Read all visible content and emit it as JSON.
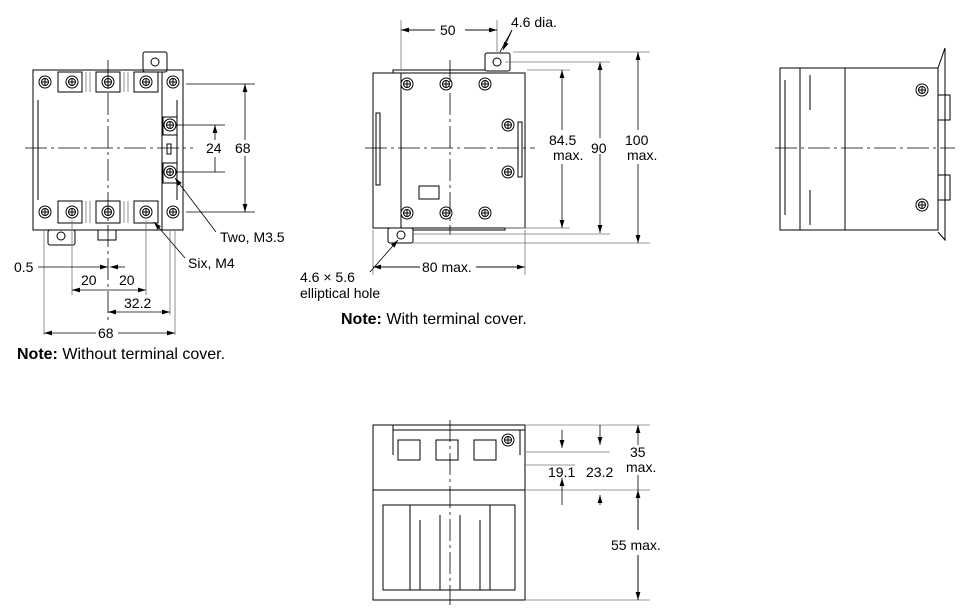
{
  "front_view_without_cover": {
    "dim_height": "68",
    "dim_screw_spacing": "24",
    "callout_small_screws": "Two, M3.5",
    "callout_terminal_screws": "Six, M4",
    "dim_offset": "0.5",
    "dim_pitch_left": "20",
    "dim_pitch_right": "20",
    "dim_to_side": "32.2",
    "dim_width": "68",
    "note_label": "Note:",
    "note_text": " Without terminal cover."
  },
  "front_view_with_cover": {
    "dim_hole_spacing": "50",
    "callout_hole": "4.6 dia.",
    "dim_body_height": "84.5",
    "dim_body_height_suffix": "max.",
    "dim_hole_pitch": "90",
    "dim_total_height": "100",
    "dim_total_height_suffix": "max.",
    "dim_width": "80 max.",
    "callout_elliptical_1": "4.6 × 5.6",
    "callout_elliptical_2": "elliptical hole",
    "note_label": "Note:",
    "note_text": " With terminal cover."
  },
  "bottom_view": {
    "dim_a": "19.1",
    "dim_b": "23.2",
    "dim_c": "35",
    "dim_c_suffix": "max.",
    "dim_depth": "55 max."
  }
}
